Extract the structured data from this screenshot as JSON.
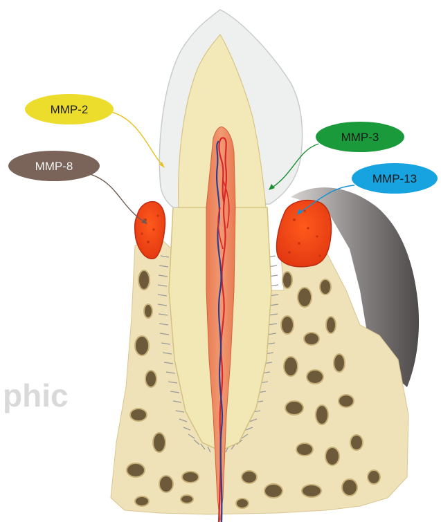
{
  "labels": [
    {
      "id": "mmp2",
      "text": "MMP-2",
      "bubble_color": "#ecdc2c",
      "text_color": "#222222",
      "arrow_color": "#e8c21e"
    },
    {
      "id": "mmp8",
      "text": "MMP-8",
      "bubble_color": "#7a6459",
      "text_color": "#f2f2f2",
      "arrow_color": "#6e5a50"
    },
    {
      "id": "mmp3",
      "text": "MMP-3",
      "bubble_color": "#1a9a3a",
      "text_color": "#1a1a1a",
      "arrow_color": "#1a8e35"
    },
    {
      "id": "mmp13",
      "text": "MMP-13",
      "bubble_color": "#16a3e0",
      "text_color": "#1a1a1a",
      "arrow_color": "#1292d4"
    }
  ],
  "watermark": "phic",
  "colors": {
    "enamel": "#eef0f0",
    "dentin": "#f3e9b8",
    "bone": "#efe2b8",
    "pulp": "#e9875e",
    "artery": "#d8262a",
    "vein": "#2c3f8f",
    "inflammation": "#f04a1a",
    "gingiva": "#8c8888"
  }
}
